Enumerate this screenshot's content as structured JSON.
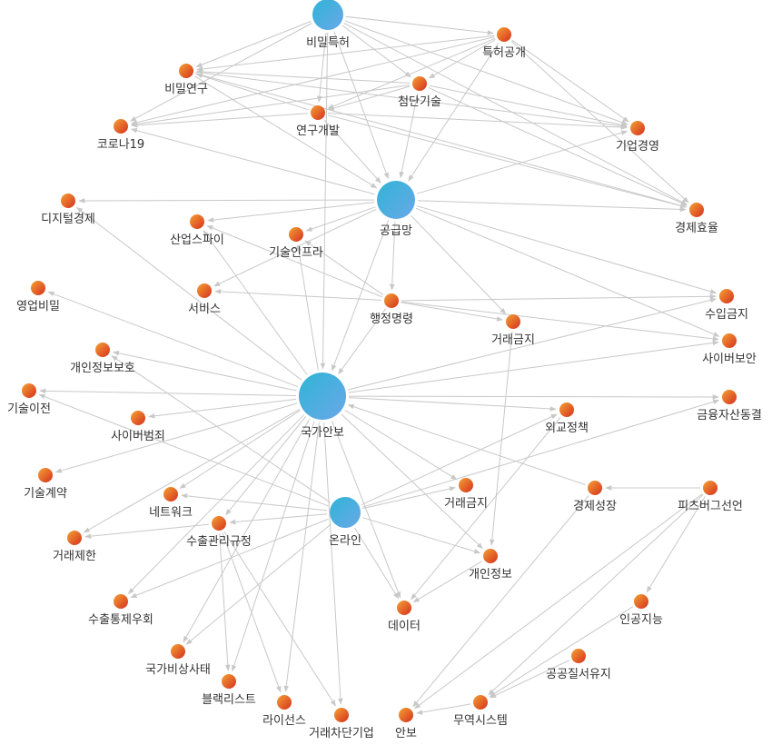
{
  "colors": {
    "hub_start": "#2fb4d6",
    "hub_end": "#6aa8e8",
    "leaf_start": "#f4a234",
    "leaf_end": "#d5301e",
    "edge": "#c8c8c8",
    "label": "#333333"
  },
  "nodes": [
    {
      "id": "n01",
      "label": "비밀특허",
      "kind": "hub-small"
    },
    {
      "id": "n02",
      "label": "특허공개",
      "kind": "leaf"
    },
    {
      "id": "n03",
      "label": "비밀연구",
      "kind": "leaf"
    },
    {
      "id": "n04",
      "label": "첨단기술",
      "kind": "leaf"
    },
    {
      "id": "n05",
      "label": "연구개발",
      "kind": "leaf"
    },
    {
      "id": "n06",
      "label": "코로나19",
      "kind": "leaf"
    },
    {
      "id": "n07",
      "label": "기업경영",
      "kind": "leaf"
    },
    {
      "id": "n08",
      "label": "공급망",
      "kind": "hub-medium"
    },
    {
      "id": "n09",
      "label": "디지털경제",
      "kind": "leaf"
    },
    {
      "id": "n10",
      "label": "경제효율",
      "kind": "leaf"
    },
    {
      "id": "n11",
      "label": "산업스파이",
      "kind": "leaf"
    },
    {
      "id": "n12",
      "label": "기술인프라",
      "kind": "leaf"
    },
    {
      "id": "n13",
      "label": "영업비밀",
      "kind": "leaf"
    },
    {
      "id": "n14",
      "label": "서비스",
      "kind": "leaf"
    },
    {
      "id": "n15",
      "label": "행정명령",
      "kind": "leaf"
    },
    {
      "id": "n16",
      "label": "수입금지",
      "kind": "leaf"
    },
    {
      "id": "n17",
      "label": "거래금지",
      "kind": "leaf"
    },
    {
      "id": "n18",
      "label": "사이버보안",
      "kind": "leaf"
    },
    {
      "id": "n19",
      "label": "개인정보보호",
      "kind": "leaf"
    },
    {
      "id": "n20",
      "label": "국가안보",
      "kind": "hub-large"
    },
    {
      "id": "n21",
      "label": "기술이전",
      "kind": "leaf"
    },
    {
      "id": "n22",
      "label": "금융자산동결",
      "kind": "leaf"
    },
    {
      "id": "n23",
      "label": "사이버범죄",
      "kind": "leaf"
    },
    {
      "id": "n24",
      "label": "외교정책",
      "kind": "leaf"
    },
    {
      "id": "n25",
      "label": "기술계약",
      "kind": "leaf"
    },
    {
      "id": "n26",
      "label": "거래금지",
      "kind": "leaf"
    },
    {
      "id": "n27",
      "label": "경제성장",
      "kind": "leaf"
    },
    {
      "id": "n28",
      "label": "피츠버그선언",
      "kind": "leaf"
    },
    {
      "id": "n29",
      "label": "네트워크",
      "kind": "leaf"
    },
    {
      "id": "n30",
      "label": "온라인",
      "kind": "hub-small"
    },
    {
      "id": "n31",
      "label": "수출관리규정",
      "kind": "leaf"
    },
    {
      "id": "n32",
      "label": "거래제한",
      "kind": "leaf"
    },
    {
      "id": "n33",
      "label": "개인정보",
      "kind": "leaf"
    },
    {
      "id": "n34",
      "label": "수출통제우회",
      "kind": "leaf"
    },
    {
      "id": "n35",
      "label": "데이터",
      "kind": "leaf"
    },
    {
      "id": "n36",
      "label": "인공지능",
      "kind": "leaf"
    },
    {
      "id": "n37",
      "label": "국가비상사태",
      "kind": "leaf"
    },
    {
      "id": "n38",
      "label": "공공질서유지",
      "kind": "leaf"
    },
    {
      "id": "n39",
      "label": "블랙리스트",
      "kind": "leaf"
    },
    {
      "id": "n40",
      "label": "라이선스",
      "kind": "leaf"
    },
    {
      "id": "n41",
      "label": "무역시스템",
      "kind": "leaf"
    },
    {
      "id": "n42",
      "label": "거래차단기업",
      "kind": "leaf"
    },
    {
      "id": "n43",
      "label": "안보",
      "kind": "leaf"
    }
  ],
  "edges": [
    [
      "n01",
      "n02"
    ],
    [
      "n01",
      "n03"
    ],
    [
      "n01",
      "n04"
    ],
    [
      "n01",
      "n05"
    ],
    [
      "n01",
      "n06"
    ],
    [
      "n01",
      "n07"
    ],
    [
      "n01",
      "n10"
    ],
    [
      "n01",
      "n08"
    ],
    [
      "n01",
      "n20"
    ],
    [
      "n02",
      "n03"
    ],
    [
      "n02",
      "n04"
    ],
    [
      "n02",
      "n05"
    ],
    [
      "n02",
      "n06"
    ],
    [
      "n02",
      "n07"
    ],
    [
      "n02",
      "n10"
    ],
    [
      "n02",
      "n08"
    ],
    [
      "n03",
      "n07"
    ],
    [
      "n03",
      "n10"
    ],
    [
      "n03",
      "n08"
    ],
    [
      "n04",
      "n03"
    ],
    [
      "n04",
      "n05"
    ],
    [
      "n04",
      "n06"
    ],
    [
      "n04",
      "n07"
    ],
    [
      "n04",
      "n10"
    ],
    [
      "n04",
      "n08"
    ],
    [
      "n05",
      "n03"
    ],
    [
      "n05",
      "n06"
    ],
    [
      "n05",
      "n07"
    ],
    [
      "n05",
      "n10"
    ],
    [
      "n05",
      "n08"
    ],
    [
      "n08",
      "n06"
    ],
    [
      "n08",
      "n07"
    ],
    [
      "n08",
      "n09"
    ],
    [
      "n08",
      "n10"
    ],
    [
      "n08",
      "n11"
    ],
    [
      "n08",
      "n12"
    ],
    [
      "n08",
      "n14"
    ],
    [
      "n08",
      "n15"
    ],
    [
      "n08",
      "n16"
    ],
    [
      "n08",
      "n17"
    ],
    [
      "n08",
      "n18"
    ],
    [
      "n08",
      "n20"
    ],
    [
      "n15",
      "n11"
    ],
    [
      "n15",
      "n12"
    ],
    [
      "n15",
      "n14"
    ],
    [
      "n15",
      "n16"
    ],
    [
      "n15",
      "n17"
    ],
    [
      "n15",
      "n18"
    ],
    [
      "n15",
      "n20"
    ],
    [
      "n17",
      "n33"
    ],
    [
      "n20",
      "n09"
    ],
    [
      "n20",
      "n11"
    ],
    [
      "n20",
      "n12"
    ],
    [
      "n20",
      "n13"
    ],
    [
      "n20",
      "n16"
    ],
    [
      "n20",
      "n18"
    ],
    [
      "n20",
      "n19"
    ],
    [
      "n20",
      "n21"
    ],
    [
      "n20",
      "n22"
    ],
    [
      "n20",
      "n23"
    ],
    [
      "n20",
      "n24"
    ],
    [
      "n20",
      "n25"
    ],
    [
      "n20",
      "n26"
    ],
    [
      "n20",
      "n29"
    ],
    [
      "n20",
      "n31"
    ],
    [
      "n20",
      "n32"
    ],
    [
      "n20",
      "n33"
    ],
    [
      "n20",
      "n34"
    ],
    [
      "n20",
      "n35"
    ],
    [
      "n20",
      "n37"
    ],
    [
      "n20",
      "n39"
    ],
    [
      "n20",
      "n40"
    ],
    [
      "n20",
      "n42"
    ],
    [
      "n24",
      "n35"
    ],
    [
      "n27",
      "n20"
    ],
    [
      "n27",
      "n43"
    ],
    [
      "n28",
      "n27"
    ],
    [
      "n28",
      "n36"
    ],
    [
      "n28",
      "n41"
    ],
    [
      "n28",
      "n43"
    ],
    [
      "n30",
      "n19"
    ],
    [
      "n30",
      "n21"
    ],
    [
      "n30",
      "n22"
    ],
    [
      "n30",
      "n24"
    ],
    [
      "n30",
      "n26"
    ],
    [
      "n30",
      "n29"
    ],
    [
      "n30",
      "n31"
    ],
    [
      "n30",
      "n33"
    ],
    [
      "n30",
      "n34"
    ],
    [
      "n30",
      "n35"
    ],
    [
      "n30",
      "n37"
    ],
    [
      "n31",
      "n39"
    ],
    [
      "n31",
      "n40"
    ],
    [
      "n31",
      "n42"
    ],
    [
      "n31",
      "n32"
    ],
    [
      "n33",
      "n35"
    ],
    [
      "n36",
      "n41"
    ],
    [
      "n38",
      "n41"
    ],
    [
      "n41",
      "n43"
    ]
  ]
}
